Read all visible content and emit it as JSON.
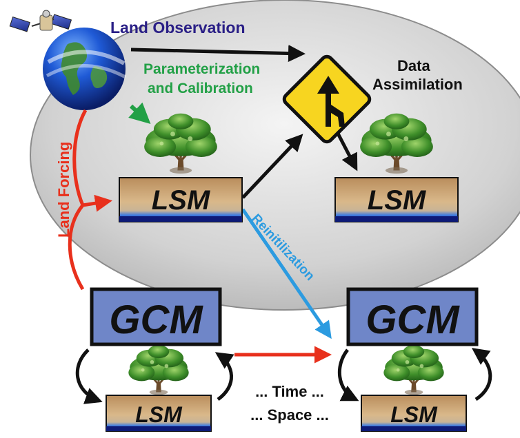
{
  "labels": {
    "land_observation": "Land Observation",
    "param_line1": "Parameterization",
    "param_line2": "and Calibration",
    "data_line1": "Data",
    "data_line2": "Assimilation",
    "land_forcing": "Land Forcing",
    "reinitialization": "Reinitilization",
    "time": "... Time ...",
    "space": "... Space ..."
  },
  "models": {
    "lsm": "LSM",
    "gcm": "GCM"
  },
  "colors": {
    "land_observation": "#2a1f86",
    "parameterization": "#22a046",
    "land_forcing": "#e8301c",
    "reinitialization": "#2c9be0",
    "gcm_box": "#6f86c8",
    "sign_yellow": "#f7d520",
    "soil": "#c9a77d",
    "water_blue": "#1a40b0",
    "water_deep": "#0c1a78"
  },
  "icons": [
    "satellite-icon",
    "globe-icon",
    "tree-icon",
    "merge-sign-icon"
  ]
}
